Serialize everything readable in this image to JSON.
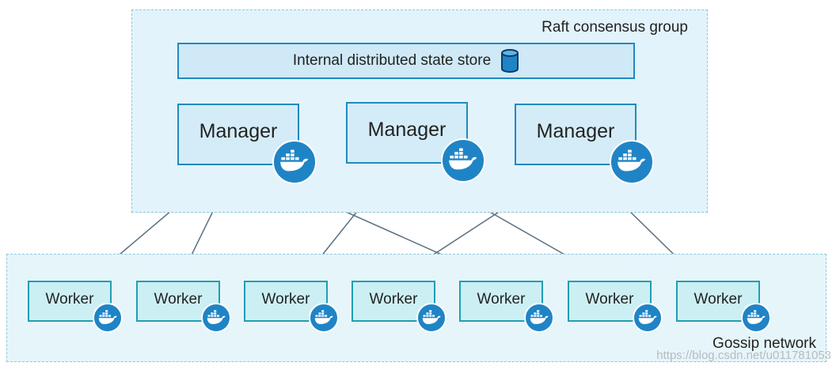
{
  "groups": {
    "raft_label": "Raft consensus group",
    "gossip_label": "Gossip network"
  },
  "state_store": {
    "label": "Internal distributed state store",
    "icon": "database-icon"
  },
  "managers": [
    {
      "label": "Manager",
      "icon": "docker-whale-icon"
    },
    {
      "label": "Manager",
      "icon": "docker-whale-icon"
    },
    {
      "label": "Manager",
      "icon": "docker-whale-icon"
    }
  ],
  "workers": [
    {
      "label": "Worker",
      "icon": "docker-whale-icon"
    },
    {
      "label": "Worker",
      "icon": "docker-whale-icon"
    },
    {
      "label": "Worker",
      "icon": "docker-whale-icon"
    },
    {
      "label": "Worker",
      "icon": "docker-whale-icon"
    },
    {
      "label": "Worker",
      "icon": "docker-whale-icon"
    },
    {
      "label": "Worker",
      "icon": "docker-whale-icon"
    },
    {
      "label": "Worker",
      "icon": "docker-whale-icon"
    }
  ],
  "colors": {
    "accent": "#1f84c6",
    "manager_fill": "#d4ecf8",
    "worker_fill": "#cceff4",
    "edge": "#5b6f80"
  },
  "watermark": "https://blog.csdn.net/u011781053"
}
